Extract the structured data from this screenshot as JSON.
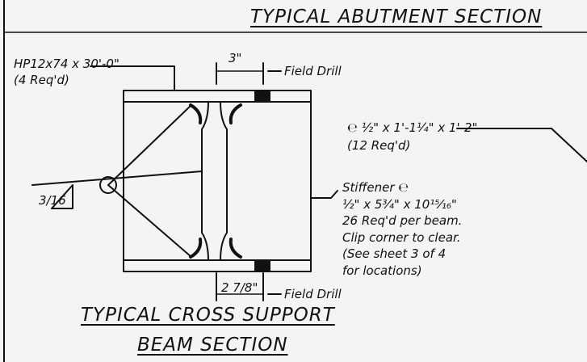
{
  "header": {
    "title": "TYPICAL ABUTMENT SECTION"
  },
  "callouts": {
    "pile": {
      "line1": "HP12x74 x 30'-0\"",
      "line2": "(4 Req'd)"
    },
    "top_spacing": "3\"",
    "field_drill_top": "Field Drill",
    "plate": {
      "line1": "℮ ½\" x 1'-1¼\" x 1'-2\"",
      "line2": "(12 Req'd)"
    },
    "weld_size": "3/16",
    "stiffener": {
      "lines": [
        "Stiffener ℮",
        "½\" x 5¾\" x 10¹⁵⁄₁₆\"",
        "26 Req'd per beam.",
        "Clip corner to clear.",
        "(See sheet 3 of 4",
        "for locations)"
      ]
    },
    "bottom_spacing": "2 7/8\"",
    "field_drill_bottom": "Field Drill"
  },
  "section_title": {
    "line1": "TYPICAL CROSS SUPPORT",
    "line2": "BEAM SECTION"
  }
}
